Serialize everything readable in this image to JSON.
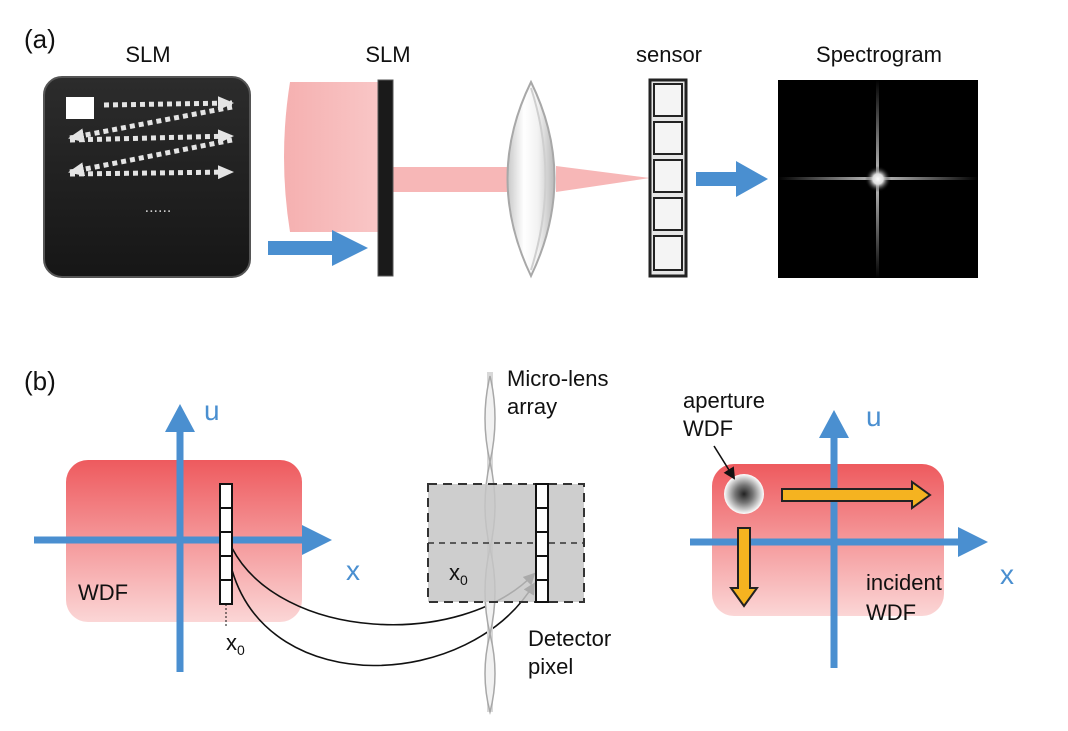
{
  "panel_a": {
    "tag": "(a)",
    "slm_screen_label": "SLM",
    "slm_label": "SLM",
    "sensor_label": "sensor",
    "spectrogram_label": "Spectrogram",
    "dots": "......"
  },
  "panel_b": {
    "tag": "(b)",
    "left_axis_u": "u",
    "left_axis_x": "x",
    "wdf_label": "WDF",
    "x0_left": "x",
    "x0_left_sub": "0",
    "microlens_label_line1": "Micro-lens",
    "microlens_label_line2": "array",
    "x0_mid": "x",
    "x0_mid_sub": "0",
    "detector_label_line1": "Detector",
    "detector_label_line2": "pixel",
    "aperture_label_line1": "aperture",
    "aperture_label_line2": "WDF",
    "right_axis_u": "u",
    "right_axis_x": "x",
    "incident_label_line1": "incident",
    "incident_label_line2": "WDF"
  },
  "colors": {
    "axis_blue": "#4a8fd0",
    "beam_pink": "#f7b7b7",
    "wdf_red": "#ee5a5e",
    "arrow_orange": "#f5b320"
  }
}
